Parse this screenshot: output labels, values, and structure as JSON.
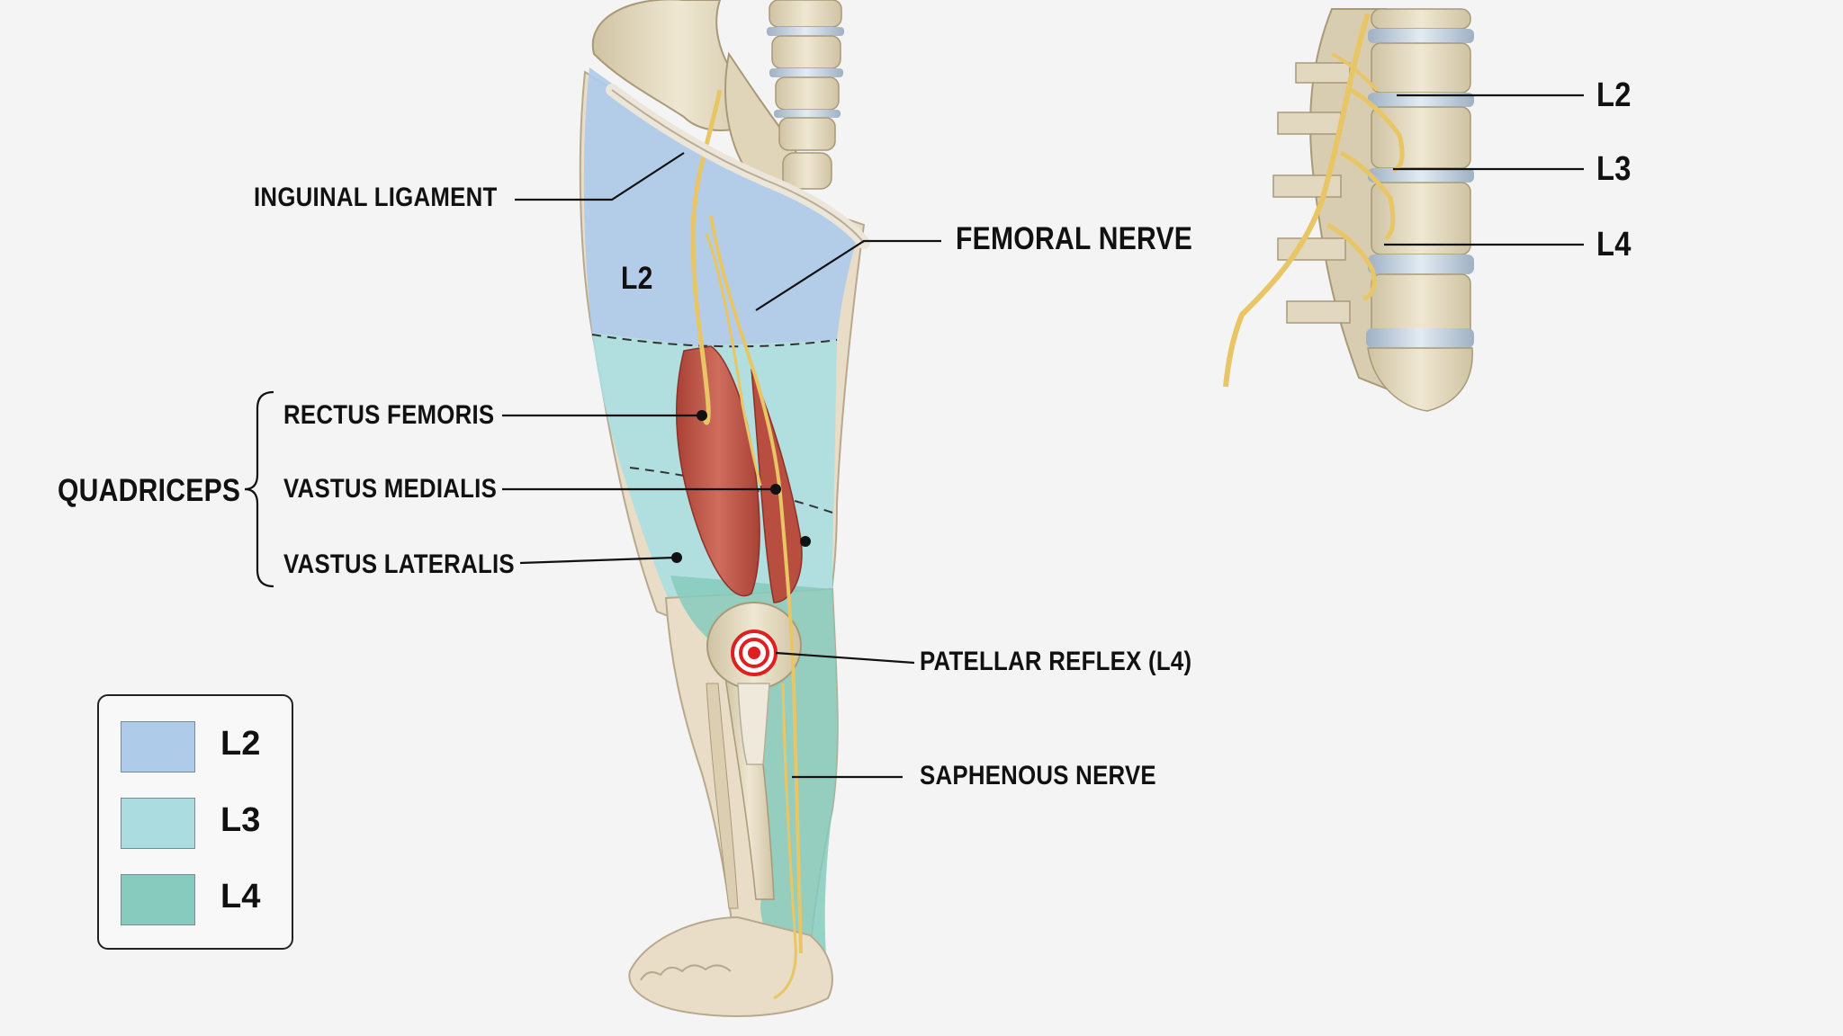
{
  "labels": {
    "inguinal_ligament": "INGUINAL LIGAMENT",
    "femoral_nerve": "FEMORAL NERVE",
    "thigh_zone": "L2",
    "quadriceps": "QUADRICEPS",
    "rectus_femoris": "RECTUS FEMORIS",
    "vastus_medialis": "VASTUS MEDIALIS",
    "vastus_lateralis": "VASTUS LATERALIS",
    "patellar_reflex": "PATELLAR REFLEX (L4)",
    "saphenous_nerve": "SAPHENOUS NERVE"
  },
  "spine_inset": {
    "roots": [
      "L2",
      "L3",
      "L4"
    ]
  },
  "legend": {
    "items": [
      {
        "label": "L2",
        "color": "#aecbea"
      },
      {
        "label": "L3",
        "color": "#abdde0"
      },
      {
        "label": "L4",
        "color": "#86cbbd"
      }
    ]
  },
  "colors": {
    "dermatome_l2": "#aecbea",
    "dermatome_l3": "#abdde0",
    "dermatome_l4": "#86cbbd",
    "nerve": "#e8c665",
    "muscle": "#c0584a",
    "bone": "#e6dcc2",
    "disc": "#c6d3e0",
    "reflex_target": "#e02020"
  }
}
